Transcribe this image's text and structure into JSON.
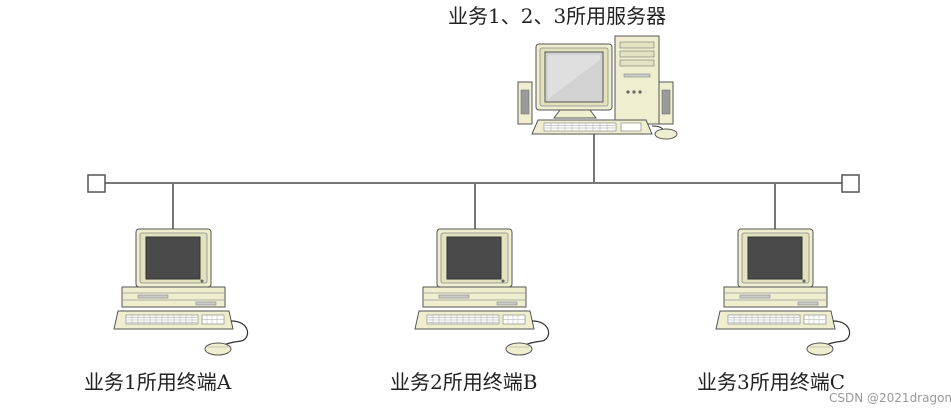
{
  "labels": {
    "server": "业务1、2、3所用服务器",
    "terminal_a": "业务1所用终端A",
    "terminal_b": "业务2所用终端B",
    "terminal_c": "业务3所用终端C"
  },
  "watermark": "CSDN @2021dragon",
  "colors": {
    "line": "#777777",
    "beige": "#efefcf",
    "beige_dark": "#d6d6b0",
    "screen": "#4a4a4a",
    "outline": "#555555"
  }
}
